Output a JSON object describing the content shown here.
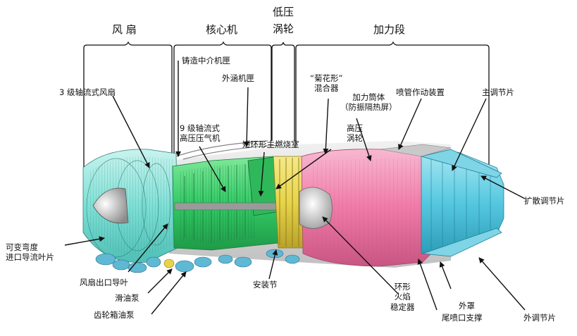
{
  "sections": {
    "fan": "风 扇",
    "core": "核心机",
    "lp_turbine": [
      "低压",
      "涡轮"
    ],
    "afterburner": "加力段"
  },
  "labels": {
    "fan_stage": "3 级轴流式风扇",
    "cast_frame": "铸造中介机匣",
    "bypass_case": "外涵机匣",
    "compressor": [
      "9 级轴流式",
      "高压压气机"
    ],
    "combustor": "短环形主燃烧室",
    "mixer": [
      "“菊花形”",
      "混合器"
    ],
    "liner": [
      "加力筒体",
      "（防振隔热屏）"
    ],
    "hp_turbine": [
      "高压",
      "涡轮"
    ],
    "nozzle_actuator": "喷管作动装置",
    "primary_flap": "主调节片",
    "diverging_flap": "扩散调节片",
    "igv": [
      "可变弯度",
      "进口导流叶片"
    ],
    "fan_ogv": "风扇出口导叶",
    "oil_pump": "滑油泵",
    "gear_pump": "齿轮箱油泵",
    "mount": "安装节",
    "flame_holder": [
      "环形",
      "火焰",
      "稳定器"
    ],
    "shroud": "外罩",
    "nozzle_support": "尾喷口支撑",
    "outer_flap": "外调节片"
  },
  "colors": {
    "fan": "#7fe0d6",
    "core": "#33cc66",
    "turbine": "#e8d44a",
    "afterburner": "#f07aa8",
    "nozzle": "#55c8e0",
    "line": "#111111"
  }
}
